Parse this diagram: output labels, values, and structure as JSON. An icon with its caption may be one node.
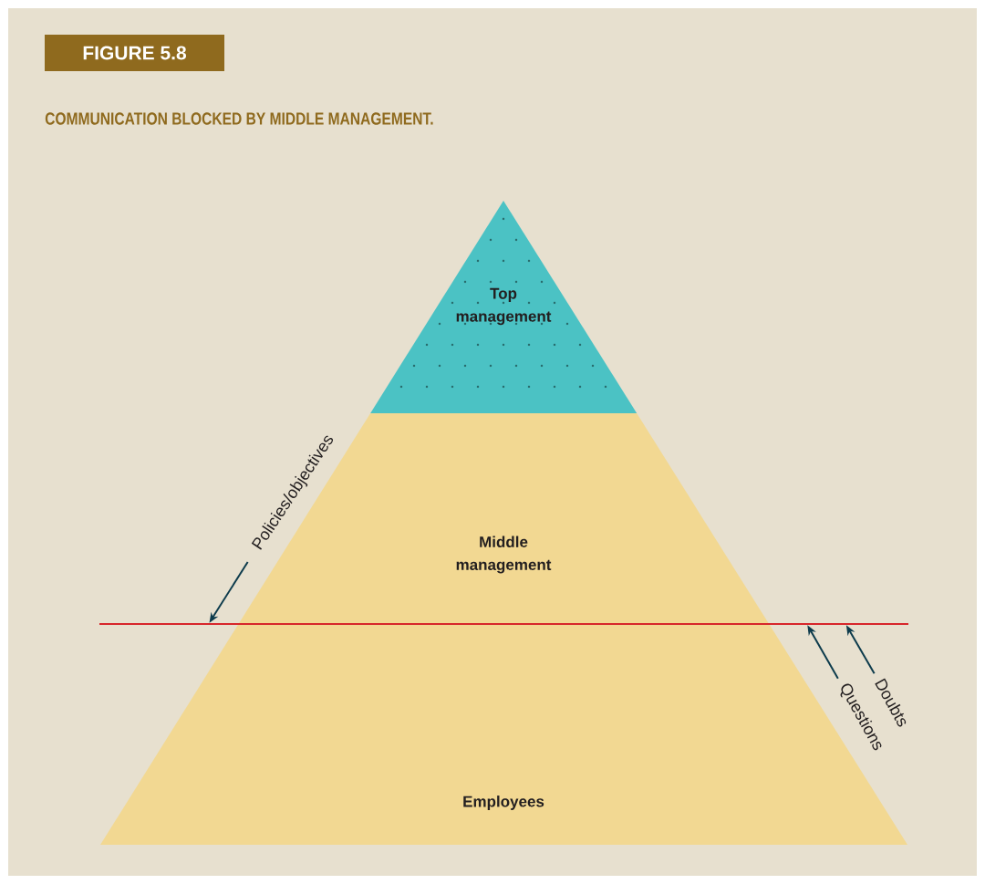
{
  "diagram": {
    "title": "COMMUNICATION BLOCKED BY MIDDLE MANAGEMENT.",
    "nodes": [
      {
        "text": [
          "Top management"
        ]
      },
      {
        "text": [
          "Middle management"
        ]
      },
      {
        "text": [
          "Employees"
        ]
      },
      {
        "text": [],
        "shape": "bar"
      },
      {
        "text": [
          "Policies/objectives"
        ]
      },
      {
        "text": [
          "Questions"
        ]
      },
      {
        "text": [
          "Doubts"
        ]
      }
    ],
    "edges": [
      {
        "from": 4,
        "to": 3,
        "arrow": "to"
      },
      {
        "from": 5,
        "to": 3,
        "arrow": "to"
      },
      {
        "from": 6,
        "to": 3,
        "arrow": "to"
      }
    ],
    "labels": [
      "FIGURE 5.8"
    ]
  }
}
